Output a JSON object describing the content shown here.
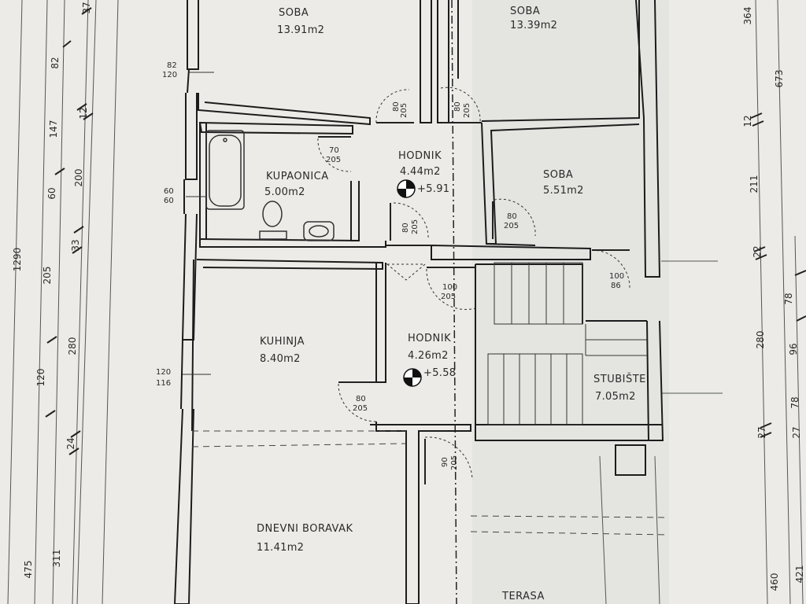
{
  "rooms": [
    {
      "name": "SOBA",
      "area": "13.91m2"
    },
    {
      "name": "SOBA",
      "area": "13.39m2"
    },
    {
      "name": "KUPAONICA",
      "area": "5.00m2"
    },
    {
      "name": "HODNIK",
      "area": "4.44m2"
    },
    {
      "name": "SOBA",
      "area": "5.51m2"
    },
    {
      "name": "KUHINJA",
      "area": "8.40m2"
    },
    {
      "name": "HODNIK",
      "area": "4.26m2"
    },
    {
      "name": "STUBIŠTE",
      "area": "7.05m2"
    },
    {
      "name": "DNEVNI BORAVAK",
      "area": "11.41m2"
    },
    {
      "name": "TERASA",
      "area": ""
    }
  ],
  "levels": [
    "+5.91",
    "+5.58"
  ],
  "openings": [
    {
      "w": "82",
      "h": "120"
    },
    {
      "w": "60",
      "h": "60"
    },
    {
      "w": "120",
      "h": "116"
    },
    {
      "w": "80",
      "h": "205"
    },
    {
      "w": "80",
      "h": "205"
    },
    {
      "w": "70",
      "h": "205"
    },
    {
      "w": "80",
      "h": "205"
    },
    {
      "w": "80",
      "h": "205"
    },
    {
      "w": "100",
      "h": "205"
    },
    {
      "w": "100",
      "h": "86"
    },
    {
      "w": "80",
      "h": "205"
    },
    {
      "w": "90",
      "h": "205"
    }
  ],
  "dims_left_outer": [
    "1290",
    "475"
  ],
  "dims_left_inner": [
    "37",
    "82",
    "147",
    "12",
    "200",
    "60",
    "33",
    "205",
    "280",
    "120",
    "24",
    "311"
  ],
  "dims_right_outer": [
    "364",
    "673",
    "211",
    "22",
    "280",
    "27",
    "460"
  ],
  "dims_right_inner": [
    "12",
    "78",
    "96",
    "78",
    "27",
    "421"
  ]
}
